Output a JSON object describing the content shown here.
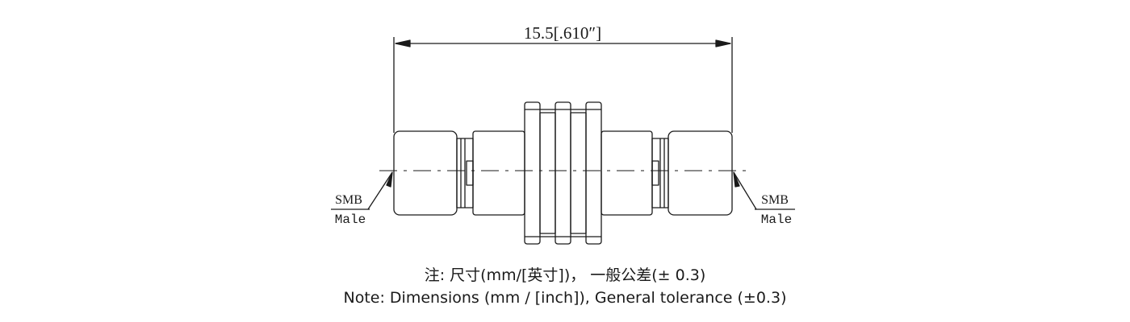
{
  "drawing": {
    "overall_dimension": "15.5[.610″]",
    "left_label": {
      "line1": "SMB",
      "line2": "Male"
    },
    "right_label": {
      "line1": "SMB",
      "line2": "Male"
    },
    "colors": {
      "stroke": "#1a1a1a",
      "background": "#ffffff"
    }
  },
  "notes": {
    "chinese": "注: 尺寸(mm/[英寸])， 一般公差(± 0.3)",
    "english": "Note: Dimensions (mm / [inch]), General tolerance (±0.3)"
  }
}
